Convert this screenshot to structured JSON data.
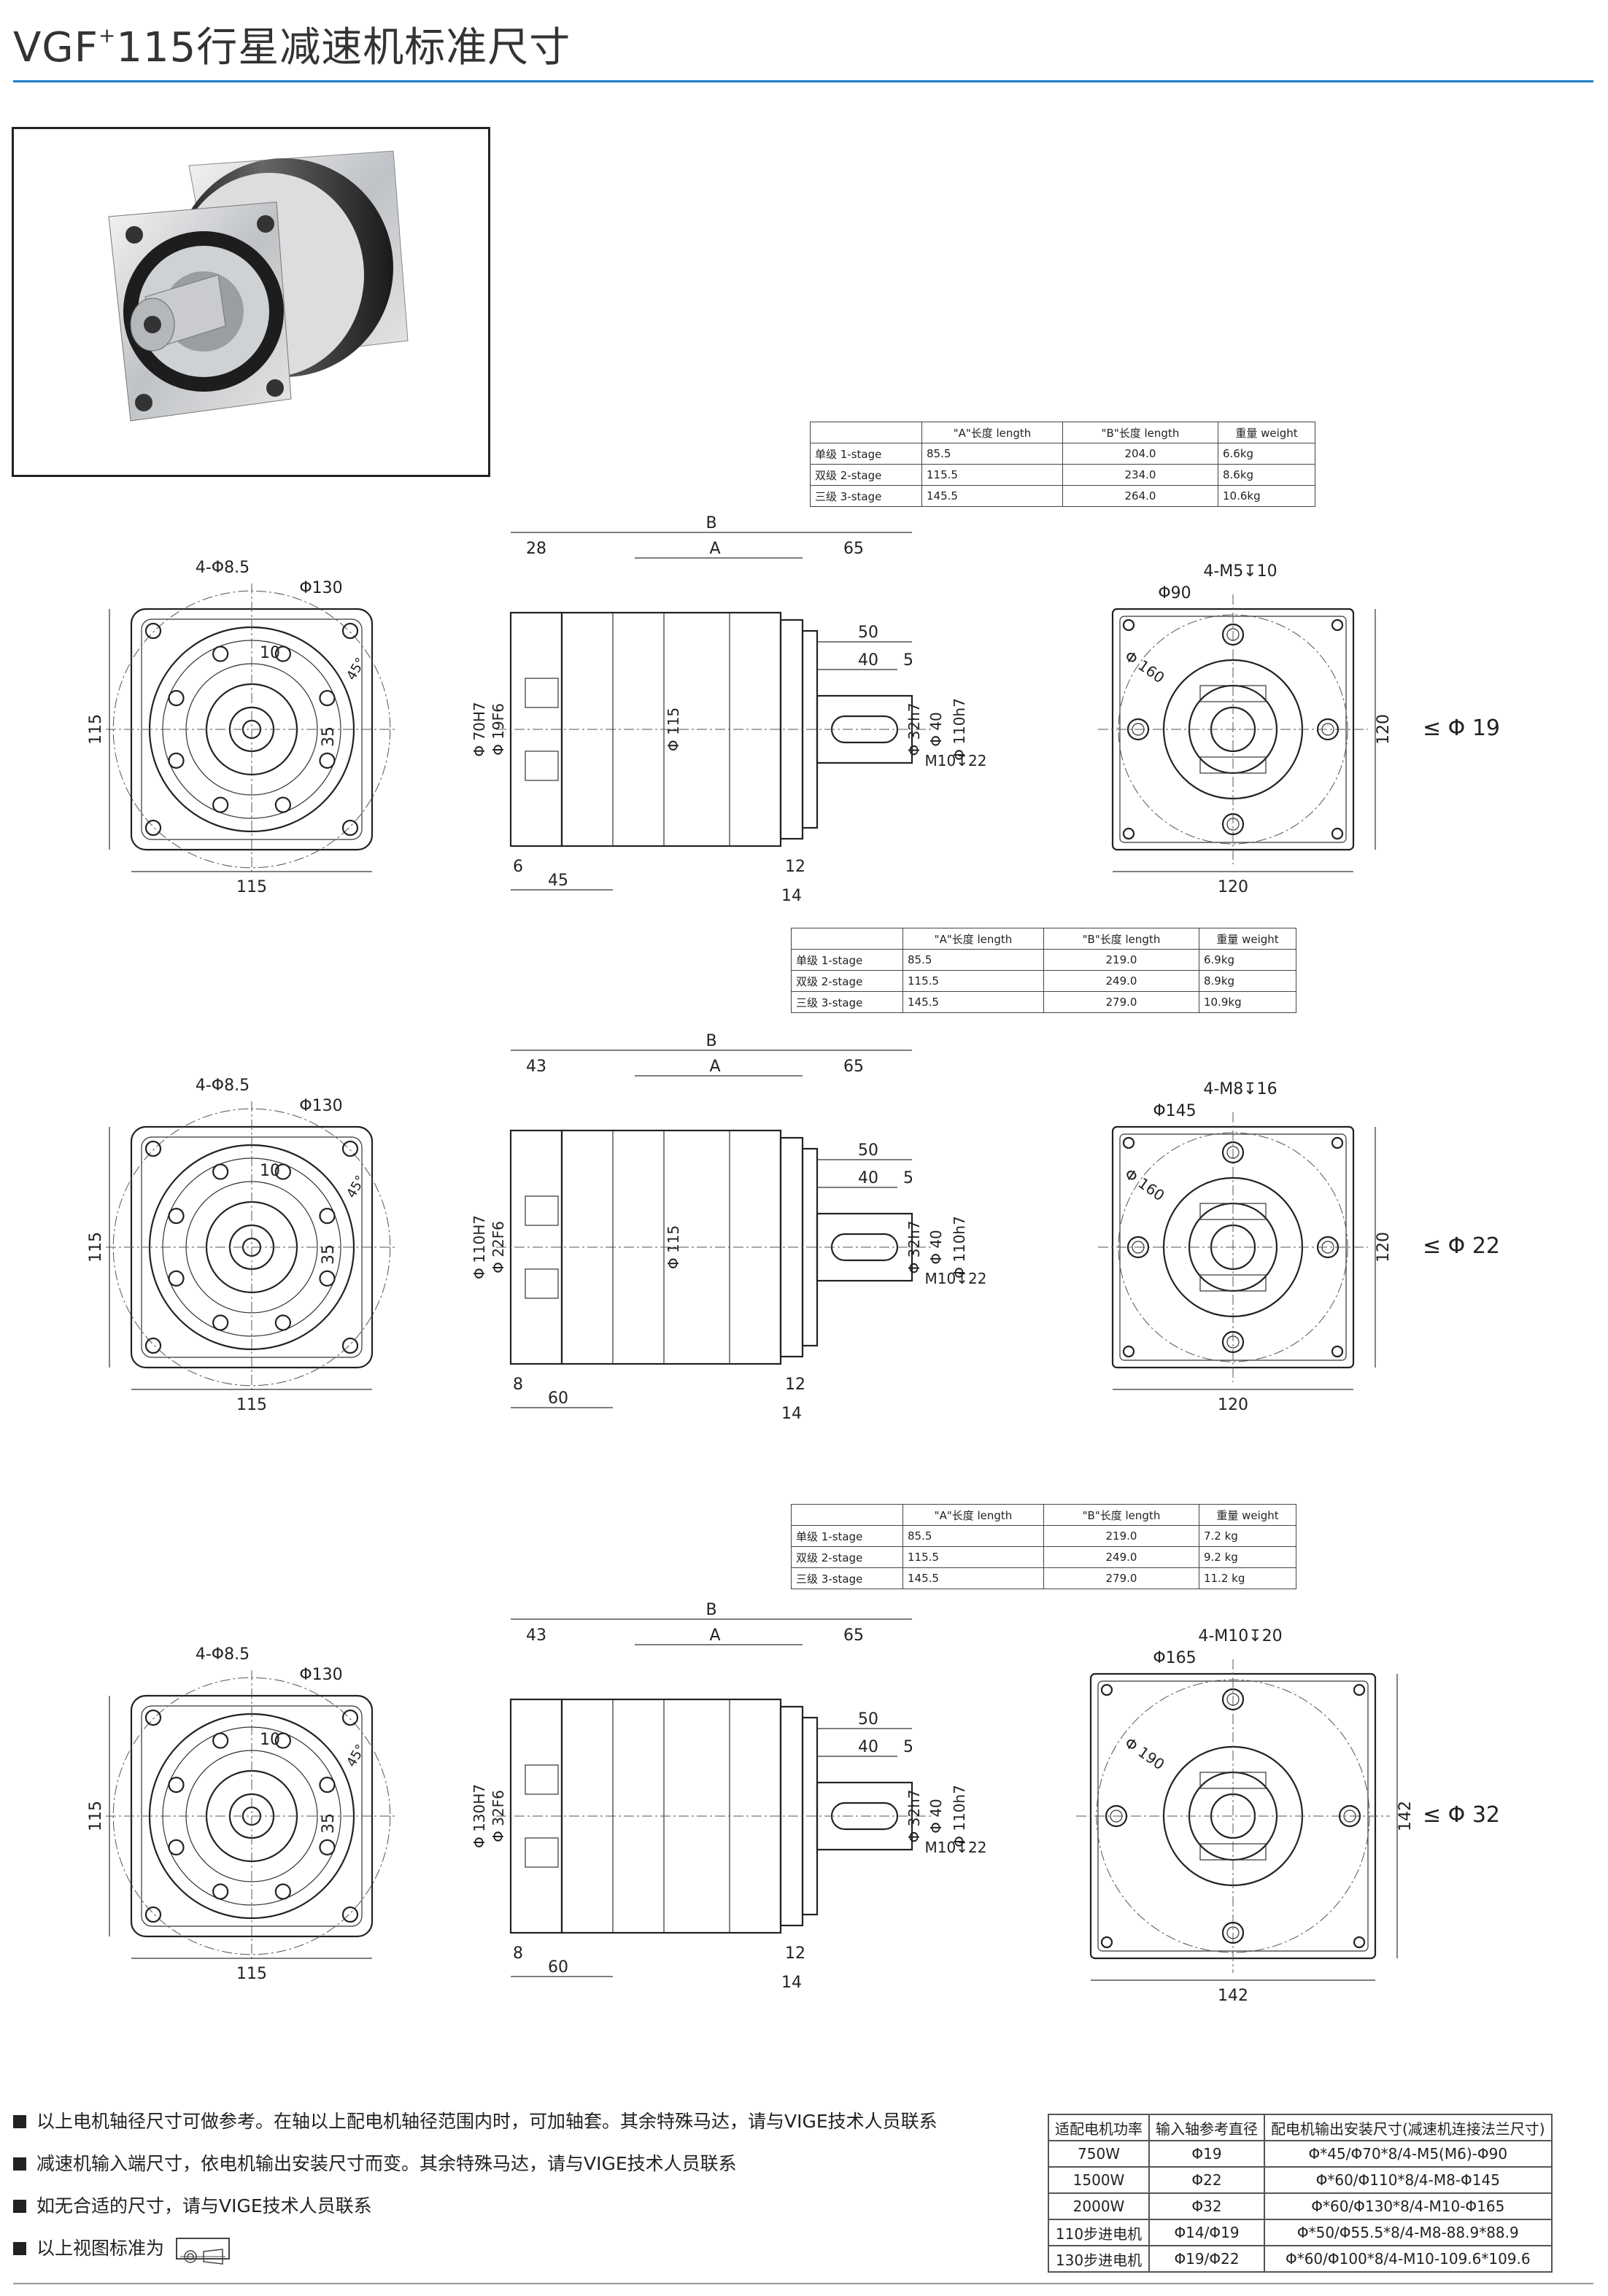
{
  "header": {
    "title_prefix": "VGF",
    "title_sup": "+",
    "title_rest": "115行星减速机标准尺寸"
  },
  "spec_tables": [
    {
      "headers": [
        "",
        "\"A\"长度 length",
        "\"B\"长度 length",
        "重量 weight"
      ],
      "rows": [
        [
          "单级 1-stage",
          "85.5",
          "204.0",
          "6.6kg"
        ],
        [
          "双级 2-stage",
          "115.5",
          "234.0",
          "8.6kg"
        ],
        [
          "三级 3-stage",
          "145.5",
          "264.0",
          "10.6kg"
        ]
      ]
    },
    {
      "headers": [
        "",
        "\"A\"长度 length",
        "\"B\"长度 length",
        "重量 weight"
      ],
      "rows": [
        [
          "单级 1-stage",
          "85.5",
          "219.0",
          "6.9kg"
        ],
        [
          "双级 2-stage",
          "115.5",
          "249.0",
          "8.9kg"
        ],
        [
          "三级 3-stage",
          "145.5",
          "279.0",
          "10.9kg"
        ]
      ]
    },
    {
      "headers": [
        "",
        "\"A\"长度 length",
        "\"B\"长度 length",
        "重量 weight"
      ],
      "rows": [
        [
          "单级 1-stage",
          "85.5",
          "219.0",
          "7.2 kg"
        ],
        [
          "双级 2-stage",
          "115.5",
          "249.0",
          "9.2 kg"
        ],
        [
          "三级 3-stage",
          "145.5",
          "279.0",
          "11.2 kg"
        ]
      ]
    }
  ],
  "drawings": [
    {
      "front": {
        "holes": "4-Φ8.5",
        "pcd": "Φ130",
        "w": "115",
        "h": "115",
        "d10": "10",
        "d35": "35",
        "a45": "45°"
      },
      "side": {
        "B": "B",
        "A": "A",
        "len28": "28",
        "len65": "65",
        "len50": "50",
        "len40": "40",
        "len5": "5",
        "bore1": "Φ 70H7",
        "bore2": "Φ 19F6",
        "body": "Φ 115",
        "shaft1": "Φ 32h7",
        "shaft2": "Φ 40",
        "pilot": "Φ 110h7",
        "thread": "M10↧22",
        "len12": "12",
        "len6": "6",
        "len45": "45",
        "len14": "14"
      },
      "rear": {
        "thread": "4-M5↧10",
        "d90": "Φ90",
        "d160": "Φ 160",
        "w": "120",
        "h": "120",
        "shaft": "≤ Φ 19"
      }
    },
    {
      "front": {
        "holes": "4-Φ8.5",
        "pcd": "Φ130",
        "w": "115",
        "h": "115",
        "d10": "10",
        "d35": "35",
        "a45": "45°"
      },
      "side": {
        "B": "B",
        "A": "A",
        "len28": "43",
        "len65": "65",
        "len50": "50",
        "len40": "40",
        "len5": "5",
        "bore1": "Φ 110H7",
        "bore2": "Φ 22F6",
        "body": "Φ 115",
        "shaft1": "Φ 32h7",
        "shaft2": "Φ 40",
        "pilot": "Φ 110h7",
        "thread": "M10↧22",
        "len12": "12",
        "len6": "8",
        "len45": "60",
        "len14": "14"
      },
      "rear": {
        "thread": "4-M8↧16",
        "d90": "Φ145",
        "d160": "Φ 160",
        "w": "120",
        "h": "120",
        "shaft": "≤ Φ 22"
      }
    },
    {
      "front": {
        "holes": "4-Φ8.5",
        "pcd": "Φ130",
        "w": "115",
        "h": "115",
        "d10": "10",
        "d35": "35",
        "a45": "45°"
      },
      "side": {
        "B": "B",
        "A": "A",
        "len28": "43",
        "len65": "65",
        "len50": "50",
        "len40": "40",
        "len5": "5",
        "bore1": "Φ 130H7",
        "bore2": "Φ 32F6",
        "body": "",
        "shaft1": "Φ 32h7",
        "shaft2": "Φ 40",
        "pilot": "Φ 110h7",
        "thread": "M10↧22",
        "len12": "12",
        "len6": "8",
        "len45": "60",
        "len14": "14"
      },
      "rear": {
        "thread": "4-M10↧20",
        "d90": "Φ165",
        "d160": "Φ 190",
        "w": "142",
        "h": "142",
        "shaft": "≤ Φ 32"
      }
    }
  ],
  "notes": [
    "以上电机轴径尺寸可做参考。在轴以上配电机轴径范围内时，可加轴套。其余特殊马达，请与VIGE技术人员联系",
    "减速机输入端尺寸，依电机输出安装尺寸而变。其余特殊马达，请与VIGE技术人员联系",
    "如无合适的尺寸，请与VIGE技术人员联系",
    "以上视图标准为"
  ],
  "motor_table": {
    "headers": [
      "适配电机功率",
      "输入轴参考直径",
      "配电机输出安装尺寸(减速机连接法兰尺寸)"
    ],
    "rows": [
      [
        "750W",
        "Φ19",
        "Φ*45/Φ70*8/4-M5(M6)-Φ90"
      ],
      [
        "1500W",
        "Φ22",
        "Φ*60/Φ110*8/4-M8-Φ145"
      ],
      [
        "2000W",
        "Φ32",
        "Φ*60/Φ130*8/4-M10-Φ165"
      ],
      [
        "110步进电机",
        "Φ14/Φ19",
        "Φ*50/Φ55.5*8/4-M8-88.9*88.9"
      ],
      [
        "130步进电机",
        "Φ19/Φ22",
        "Φ*60/Φ100*8/4-M10-109.6*109.6"
      ]
    ]
  }
}
